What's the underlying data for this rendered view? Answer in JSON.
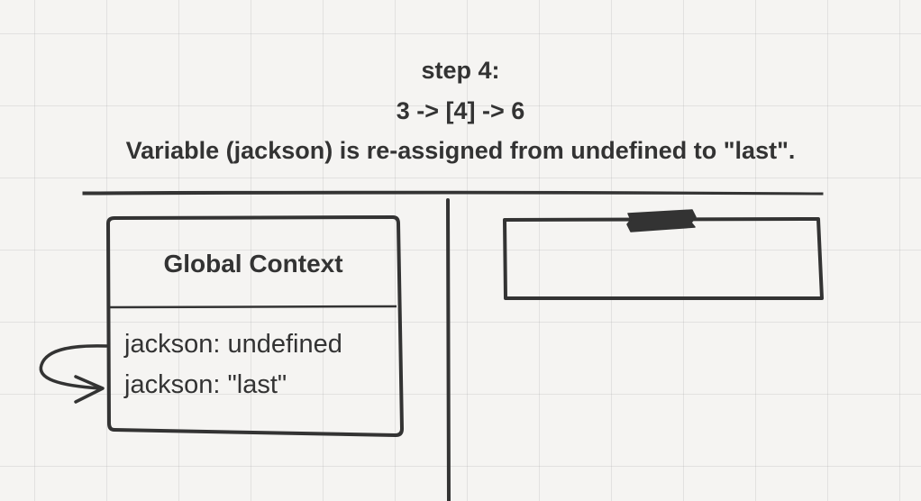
{
  "header": {
    "step_title": "step 4:",
    "sequence": "3 -> [4] -> 6",
    "description": "Variable (jackson) is re-assigned from undefined to \"last\"."
  },
  "global_context": {
    "title": "Global Context",
    "variables": [
      {
        "name": "jackson",
        "value": "undefined"
      },
      {
        "name": "jackson",
        "value": "\"last\""
      }
    ]
  },
  "colors": {
    "ink": "#333333",
    "background": "#f5f4f2",
    "grid": "#d9d8d6"
  }
}
